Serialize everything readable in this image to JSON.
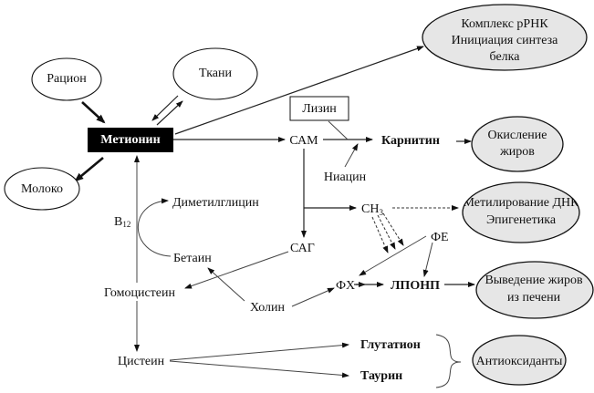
{
  "diagram": {
    "title": "Метаболизм метионина",
    "nodes": {
      "ration": "Рацион",
      "tissues": "Ткани",
      "milk": "Молоко",
      "methionine": "Метионин",
      "sam": "САМ",
      "lysine": "Лизин",
      "niacin": "Ниацин",
      "carnitine": "Карнитин",
      "ch3": "CH",
      "ch3_sub": "3",
      "sag": "САГ",
      "fe": "ФЕ",
      "fx": "ФХ",
      "lponp": "ЛПОНП",
      "dimethylglycine": "Диметилглицин",
      "betaine": "Бетаин",
      "b12": "B",
      "b12_sub": "12",
      "homocysteine": "Гомоцистеин",
      "choline": "Холин",
      "cysteine": "Цистеин",
      "glutathione": "Глутатион",
      "taurine": "Таурин"
    },
    "outcomes": {
      "rrna_line1": "Комплекс рРНК",
      "rrna_line2": "Инициация синтеза",
      "rrna_line3": "белка",
      "fat_oxidation_line1": "Окисление",
      "fat_oxidation_line2": "жиров",
      "dna_methylation_line1": "Метилирование ДНК",
      "dna_methylation_line2": "Эпигенетика",
      "fat_export_line1": "Выведение жиров",
      "fat_export_line2": "из печени",
      "antioxidants": "Антиоксиданты"
    },
    "colors": {
      "outcome_fill": "#e6e6e6",
      "methionine_fill": "#000000",
      "line": "#222222"
    }
  }
}
